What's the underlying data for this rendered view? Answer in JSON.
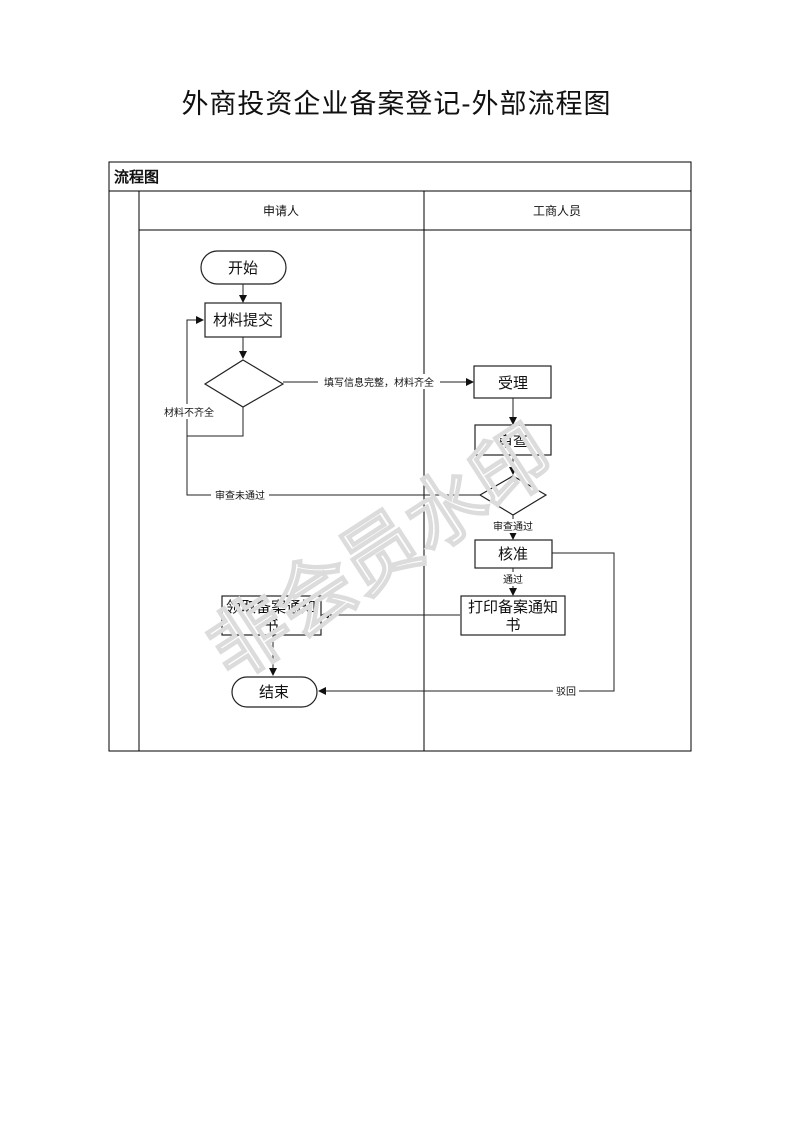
{
  "document": {
    "title": "外商投资企业备案登记-外部流程图"
  },
  "table": {
    "header": "流程图",
    "lanes": [
      "申请人",
      "工商人员"
    ]
  },
  "nodes": {
    "start": "开始",
    "submit": "材料提交",
    "accept": "受理",
    "review": "审查",
    "approve": "核准",
    "print_line1": "打印备案通知",
    "print_line2": "书",
    "receive_line1": "领取备案通知",
    "receive_line2": "书",
    "end": "结束"
  },
  "edges": {
    "complete": "填写信息完整，材料齐全",
    "incomplete": "材料不齐全",
    "review_fail": "审查未通过",
    "review_pass": "审查通过",
    "pass": "通过",
    "reject": "驳回"
  },
  "watermark": "非会员水印"
}
